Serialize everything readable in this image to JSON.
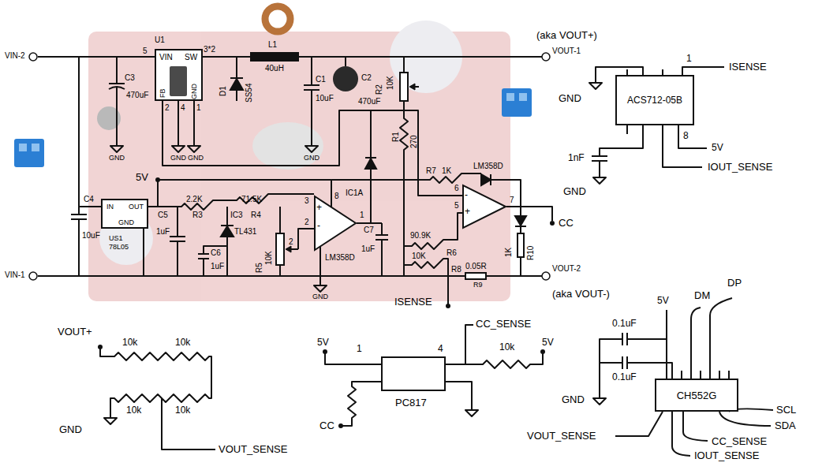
{
  "diagram": {
    "nodes": [
      {
        "text": [
          "VIN",
          "SW",
          "GND",
          "FB"
        ]
      },
      {
        "text": [
          "IN",
          "OUT",
          "GND",
          "US1",
          "78L05"
        ]
      },
      {
        "text": [
          "IC1A",
          "LM358D"
        ]
      },
      {
        "text": [
          "LM358D"
        ]
      },
      {
        "text": [
          "ACS712-05B"
        ]
      },
      {
        "text": [
          "PC817"
        ]
      },
      {
        "text": [
          "CH552G"
        ]
      }
    ],
    "labels": [
      "VIN-2",
      "VIN-1",
      "(aka VOUT+)",
      "VOUT-1",
      "VOUT-2",
      "(aka VOUT-)",
      "5",
      "U1",
      "3*2",
      "L1",
      "40uH",
      "D1",
      "SS54",
      "C1",
      "10uF",
      "C2",
      "470uF",
      "10K",
      "R2",
      "R1",
      "270",
      "C3",
      "470uF",
      "2",
      "4",
      "1",
      "GND",
      "GND",
      "GND",
      "GND",
      "5V",
      "C4",
      "10uF",
      "C5",
      "1uF",
      "2.2K",
      "R3",
      "IC3",
      "TL431",
      "71.5K",
      "R4",
      "C6",
      "1uF",
      "10K",
      "R5",
      "2",
      "3",
      "2",
      "+",
      "-",
      "1",
      "8",
      "GND",
      "C7",
      "1uF",
      "R7",
      "1K",
      "6",
      "5",
      "-",
      "+",
      "7",
      "CC",
      "90.9K",
      "R6",
      "10K",
      "R8",
      "0.05R",
      "R9",
      "1K",
      "R10",
      "ISENSE",
      "1",
      "ISENSE",
      "GND",
      "8",
      "5V",
      "IOUT_SENSE",
      "1nF",
      "GND",
      "VOUT+",
      "10k",
      "10k",
      "GND",
      "10k",
      "10k",
      "VOUT_SENSE",
      "5V",
      "1",
      "4",
      "CC_SENSE",
      "10k",
      "5V",
      "CC",
      "0.1uF",
      "0.1uF",
      "5V",
      "DM",
      "DP",
      "GND",
      "SCL",
      "SDA",
      "VOUT_SENSE",
      "CC_SENSE",
      "IOUT_SENSE"
    ]
  }
}
